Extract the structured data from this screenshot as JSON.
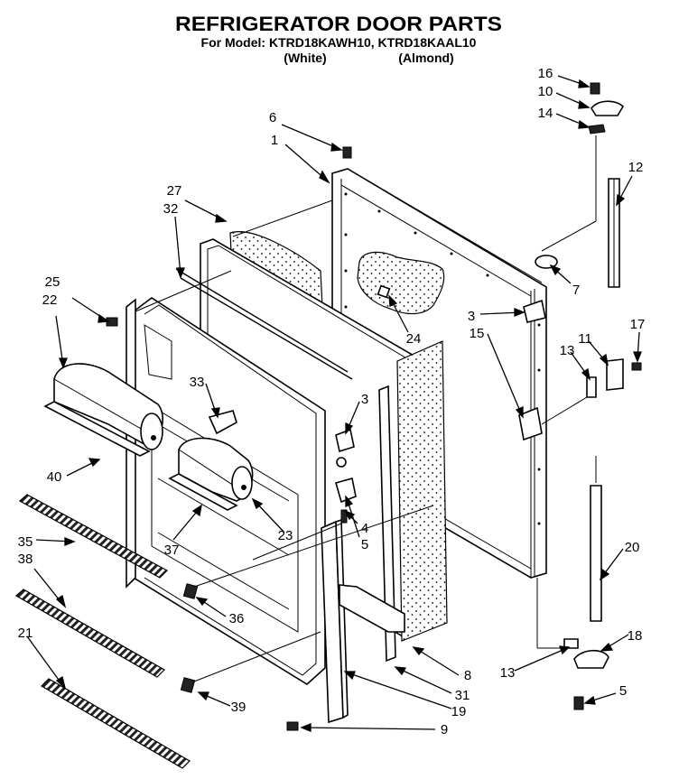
{
  "header": {
    "title": "REFRIGERATOR DOOR PARTS",
    "model_line": "For Model: KTRD18KAWH10, KTRD18KAAL10",
    "variant_white": "(White)",
    "variant_almond": "(Almond)"
  },
  "callouts": [
    {
      "id": "c16",
      "label": "16"
    },
    {
      "id": "c10",
      "label": "10"
    },
    {
      "id": "c14",
      "label": "14"
    },
    {
      "id": "c6",
      "label": "6"
    },
    {
      "id": "c1",
      "label": "1"
    },
    {
      "id": "c12",
      "label": "12"
    },
    {
      "id": "c27",
      "label": "27"
    },
    {
      "id": "c32",
      "label": "32"
    },
    {
      "id": "c7",
      "label": "7"
    },
    {
      "id": "c25",
      "label": "25"
    },
    {
      "id": "c22",
      "label": "22"
    },
    {
      "id": "c24",
      "label": "24"
    },
    {
      "id": "c3a",
      "label": "3"
    },
    {
      "id": "c15",
      "label": "15"
    },
    {
      "id": "c17",
      "label": "17"
    },
    {
      "id": "c13a",
      "label": "13"
    },
    {
      "id": "c11",
      "label": "11"
    },
    {
      "id": "c33",
      "label": "33"
    },
    {
      "id": "c3b",
      "label": "3"
    },
    {
      "id": "c40",
      "label": "40"
    },
    {
      "id": "c4",
      "label": "4"
    },
    {
      "id": "c5a",
      "label": "5"
    },
    {
      "id": "c23",
      "label": "23"
    },
    {
      "id": "c35",
      "label": "35"
    },
    {
      "id": "c38",
      "label": "38"
    },
    {
      "id": "c37",
      "label": "37"
    },
    {
      "id": "c20",
      "label": "20"
    },
    {
      "id": "c36",
      "label": "36"
    },
    {
      "id": "c18",
      "label": "18"
    },
    {
      "id": "c21",
      "label": "21"
    },
    {
      "id": "c13b",
      "label": "13"
    },
    {
      "id": "c8",
      "label": "8"
    },
    {
      "id": "c5b",
      "label": "5"
    },
    {
      "id": "c31",
      "label": "31"
    },
    {
      "id": "c39",
      "label": "39"
    },
    {
      "id": "c19",
      "label": "19"
    },
    {
      "id": "c9",
      "label": "9"
    }
  ]
}
